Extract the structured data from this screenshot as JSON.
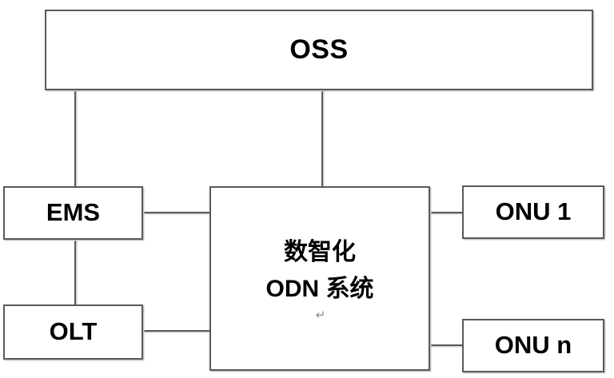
{
  "diagram": {
    "type": "block-diagram",
    "title": "",
    "background_color": "#ffffff",
    "line_color": "#595959",
    "text_color": "#000000",
    "nodes": [
      {
        "id": "oss",
        "label": "OSS"
      },
      {
        "id": "ems",
        "label": "EMS"
      },
      {
        "id": "olt",
        "label": "OLT"
      },
      {
        "id": "odn",
        "label": "数智化\nODN 系统",
        "trailing_mark": "↵"
      },
      {
        "id": "onu1",
        "label": "ONU 1"
      },
      {
        "id": "onun",
        "label": "ONU n"
      }
    ],
    "edges": [
      {
        "id": "oss-ems",
        "from": "oss",
        "to": "ems",
        "orientation": "vertical"
      },
      {
        "id": "oss-odn",
        "from": "oss",
        "to": "odn",
        "orientation": "vertical"
      },
      {
        "id": "ems-olt",
        "from": "ems",
        "to": "olt",
        "orientation": "vertical"
      },
      {
        "id": "ems-odn",
        "from": "ems",
        "to": "odn",
        "orientation": "horizontal"
      },
      {
        "id": "olt-odn",
        "from": "olt",
        "to": "odn",
        "orientation": "horizontal"
      },
      {
        "id": "odn-onu1",
        "from": "odn",
        "to": "onu1",
        "orientation": "horizontal"
      },
      {
        "id": "odn-onun",
        "from": "odn",
        "to": "onun",
        "orientation": "horizontal"
      }
    ]
  }
}
